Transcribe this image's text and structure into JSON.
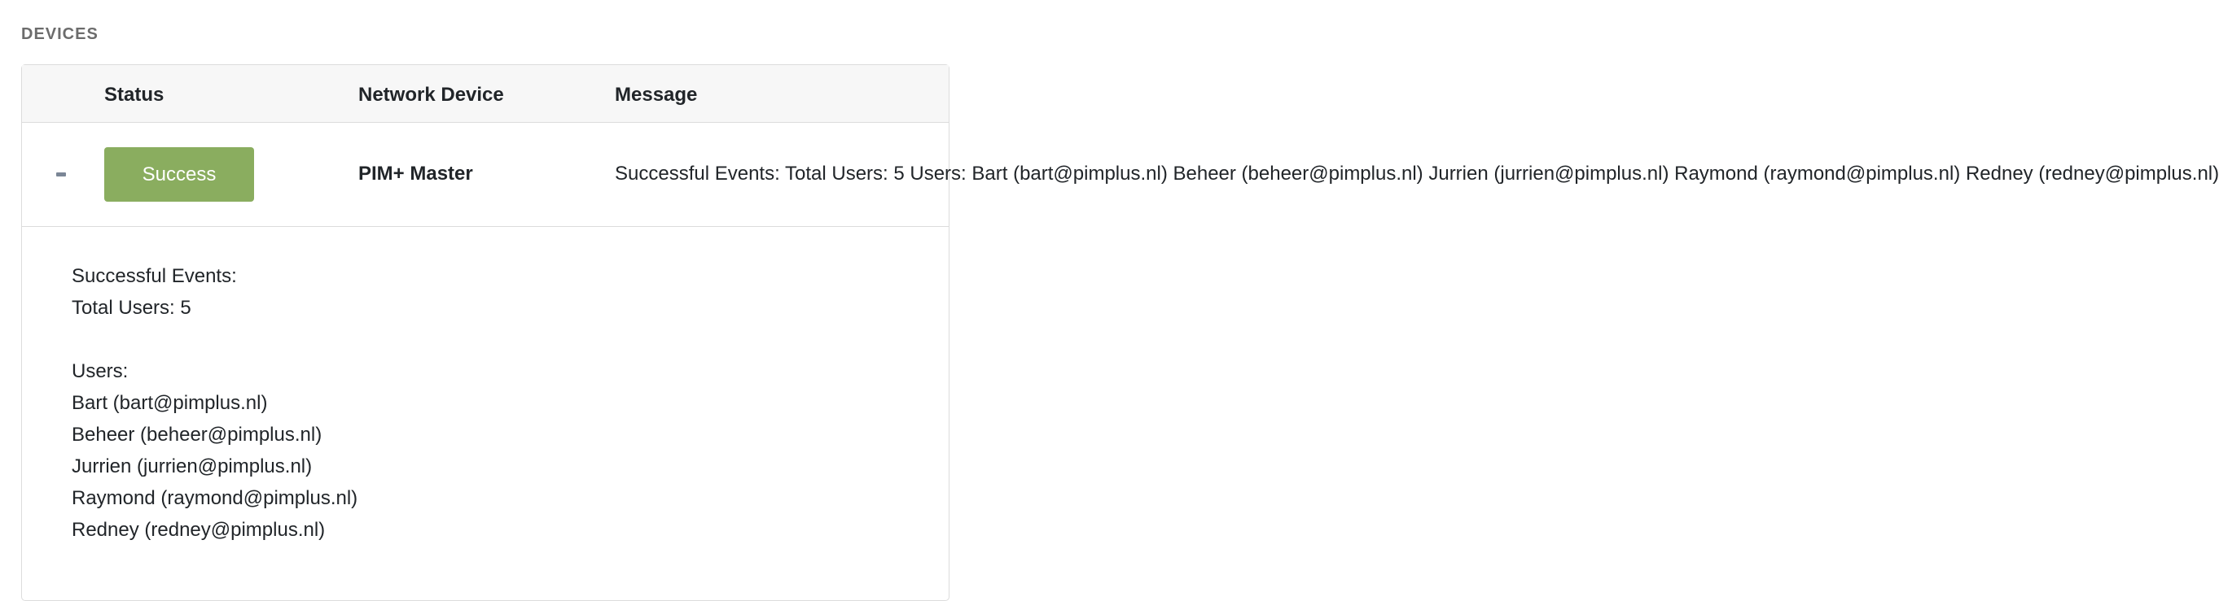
{
  "section": {
    "title": "DEVICES"
  },
  "table": {
    "headers": {
      "status": "Status",
      "device": "Network Device",
      "message": "Message"
    },
    "rows": [
      {
        "toggle": "-",
        "status": "Success",
        "status_color": "#8aad5f",
        "device": "PIM+ Master",
        "message": "Successful Events: Total Users: 5 Users: Bart (bart@pimplus.nl) Beheer (beheer@pimplus.nl) Jurrien (jurrien@pimplus.nl) Raymond (raymond@pimplus.nl) Redney (redney@pimplus.nl)"
      }
    ]
  },
  "details": {
    "lines": [
      "Successful Events:",
      "Total Users: 5",
      "",
      "Users:",
      "Bart (bart@pimplus.nl)",
      "Beheer (beheer@pimplus.nl)",
      "Jurrien (jurrien@pimplus.nl)",
      "Raymond (raymond@pimplus.nl)",
      "Redney (redney@pimplus.nl)"
    ]
  }
}
